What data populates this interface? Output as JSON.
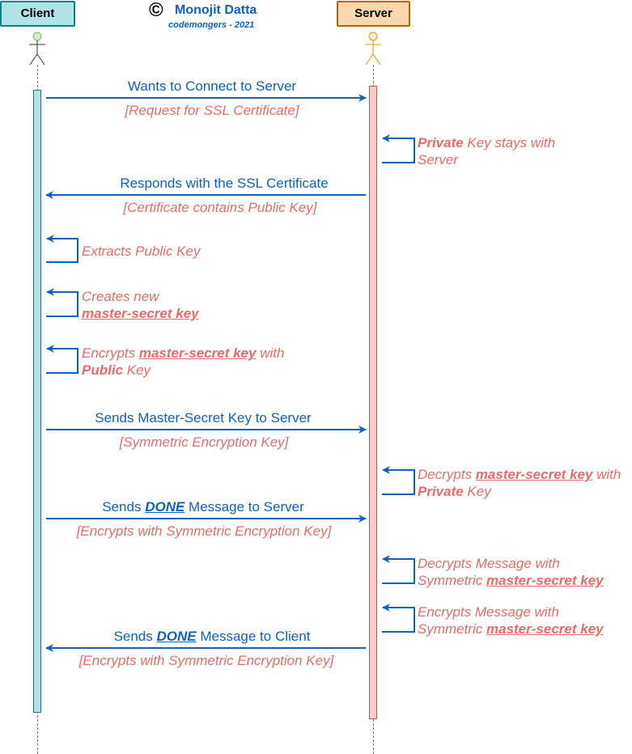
{
  "header": {
    "copyright_symbol": "©",
    "author": "Monojit Datta",
    "subtitle": "codemongers - 2021"
  },
  "actors": {
    "client": {
      "label": "Client",
      "box_color": "#b0e3e6",
      "border_color": "#0e8088"
    },
    "server": {
      "label": "Server",
      "box_color": "#fad7ac",
      "border_color": "#b46504"
    }
  },
  "colors": {
    "message_text": "#0b62c0",
    "note_text": "#ea6b66",
    "arrow": "#0b62c0",
    "client_activation": "#b0e3e6",
    "server_activation": "#f8cecc"
  },
  "messages": [
    {
      "text": "Wants to Connect to Server",
      "note": "[Request for SSL Certificate]",
      "direction": "client-to-server"
    },
    {
      "text": "Responds with the SSL Certificate",
      "note": "[Certificate contains Public Key]",
      "direction": "server-to-client"
    },
    {
      "text_before": "Sends Master-Secret Key to Server",
      "note": "[Symmetric Encryption Key]",
      "direction": "client-to-server"
    },
    {
      "text_before": "Sends ",
      "emphasis": "DONE",
      "text_after": " Message to Server",
      "note": "[Encrypts with Symmetric Encryption Key]",
      "direction": "client-to-server"
    },
    {
      "text_before": "Sends ",
      "emphasis": "DONE",
      "text_after": " Message to Client",
      "note": "[Encrypts with Symmetric Encryption Key]",
      "direction": "server-to-client"
    }
  ],
  "self_notes": {
    "server_private": {
      "bold": "Private",
      "rest_line1": " Key stays with",
      "line2": "Server"
    },
    "client_extract": {
      "line1": "Extracts Public Key"
    },
    "client_create": {
      "line1": "Creates new",
      "key": "master-secret key"
    },
    "client_encrypt": {
      "prefix": "Encrypts ",
      "key": "master-secret key",
      "suffix": " with",
      "bold": "Public",
      "rest": " Key"
    },
    "server_decrypt_key": {
      "prefix": "Decrypts ",
      "key": "master-secret key",
      "suffix": " with",
      "bold": "Private",
      "rest": " Key"
    },
    "server_decrypt_msg": {
      "line1": "Decrypts Message with",
      "prefix2": "Symmetric ",
      "key": "master-secret key"
    },
    "server_encrypt_msg": {
      "line1": "Encrypts Message with",
      "prefix2": "Symmetric ",
      "key": "master-secret key"
    }
  }
}
